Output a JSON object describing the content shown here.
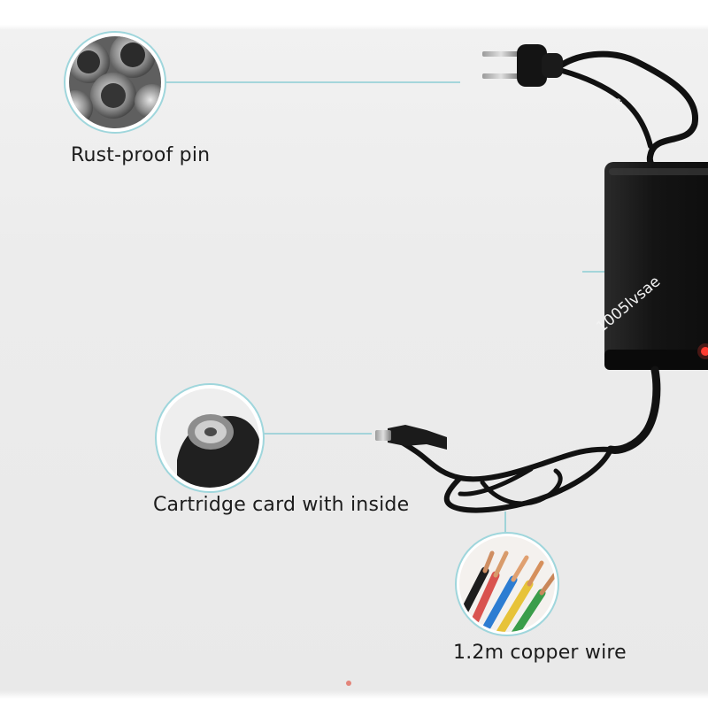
{
  "callouts": {
    "rust_pin": {
      "label": "Rust-proof pin",
      "icon": "metal-pipes-icon"
    },
    "cartridge": {
      "label": "Cartridge card with inside",
      "icon": "dc-plug-tip-icon"
    },
    "wire": {
      "label": "1.2m copper wire",
      "icon": "copper-wire-icon"
    }
  },
  "watermark": {
    "text": "1005lvsae",
    "text_small": "e"
  },
  "colors": {
    "background": "#ececec",
    "callout_ring": "#9fd6dc",
    "leader_line": "#8ccdd4",
    "adapter": "#151515",
    "indicator_light": "#ff3b30"
  }
}
